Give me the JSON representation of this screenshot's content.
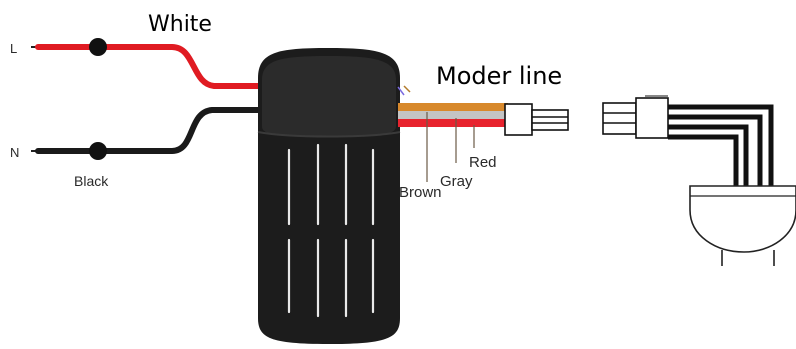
{
  "labels": {
    "terminal_l": "L",
    "terminal_n": "N",
    "white": "White",
    "black": "Black",
    "moder_line": "Moder line",
    "brown": "Brown",
    "gray": "Gray",
    "red": "Red"
  },
  "colors": {
    "live_wire": "#e01b22",
    "neutral_wire": "#1a1a1a",
    "controller_body": "#1c1c1c",
    "controller_cap": "#262626",
    "wire_brown": "#d8892c",
    "wire_gray": "#bdbdbd",
    "wire_red": "#e8232e",
    "motor_wire": "#111111"
  }
}
